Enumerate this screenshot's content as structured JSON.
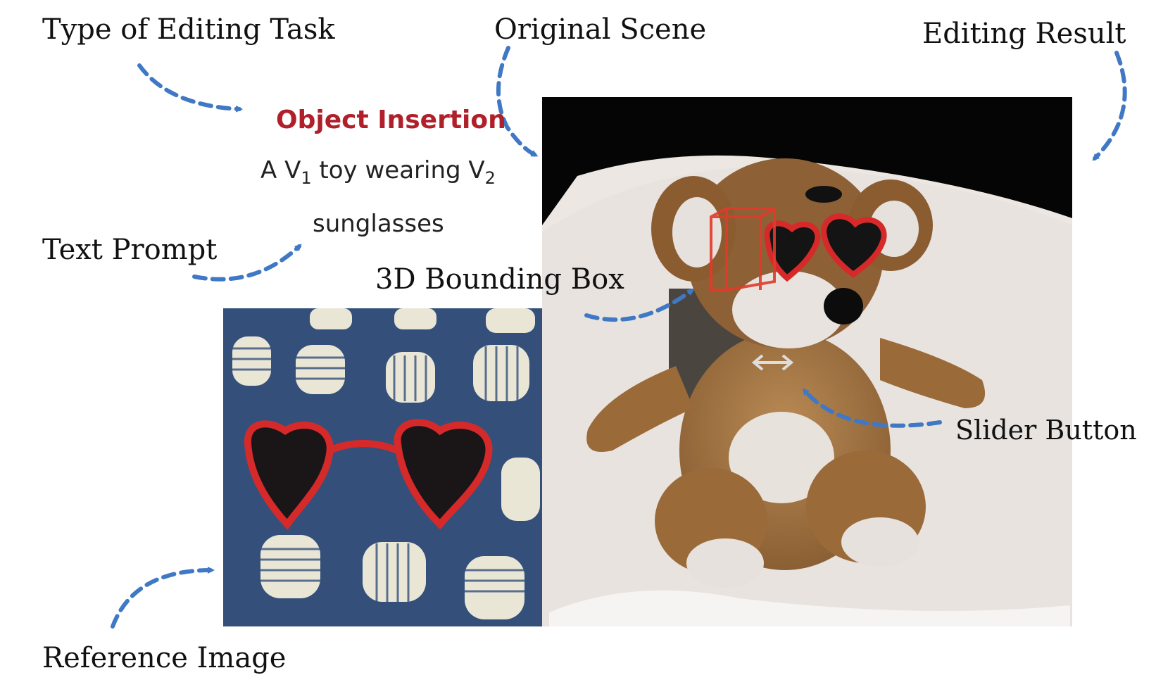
{
  "labels": {
    "type_of_editing_task": "Type of Editing Task",
    "original_scene": "Original Scene",
    "editing_result": "Editing Result",
    "text_prompt": "Text Prompt",
    "bounding_box": "3D Bounding Box",
    "slider_button": "Slider Button",
    "reference_image": "Reference Image"
  },
  "task": {
    "title": "Object Insertion",
    "prompt_part1": "A V",
    "prompt_sub1": "1",
    "prompt_part2": " toy wearing V",
    "prompt_sub2": "2",
    "prompt_line2": "sunglasses"
  },
  "colors": {
    "arrow": "#3f78c4",
    "task_title": "#b0202a",
    "glasses": "#d62a2a",
    "fabric": "#34507a"
  },
  "icons": [
    "slider-arrows-icon"
  ]
}
